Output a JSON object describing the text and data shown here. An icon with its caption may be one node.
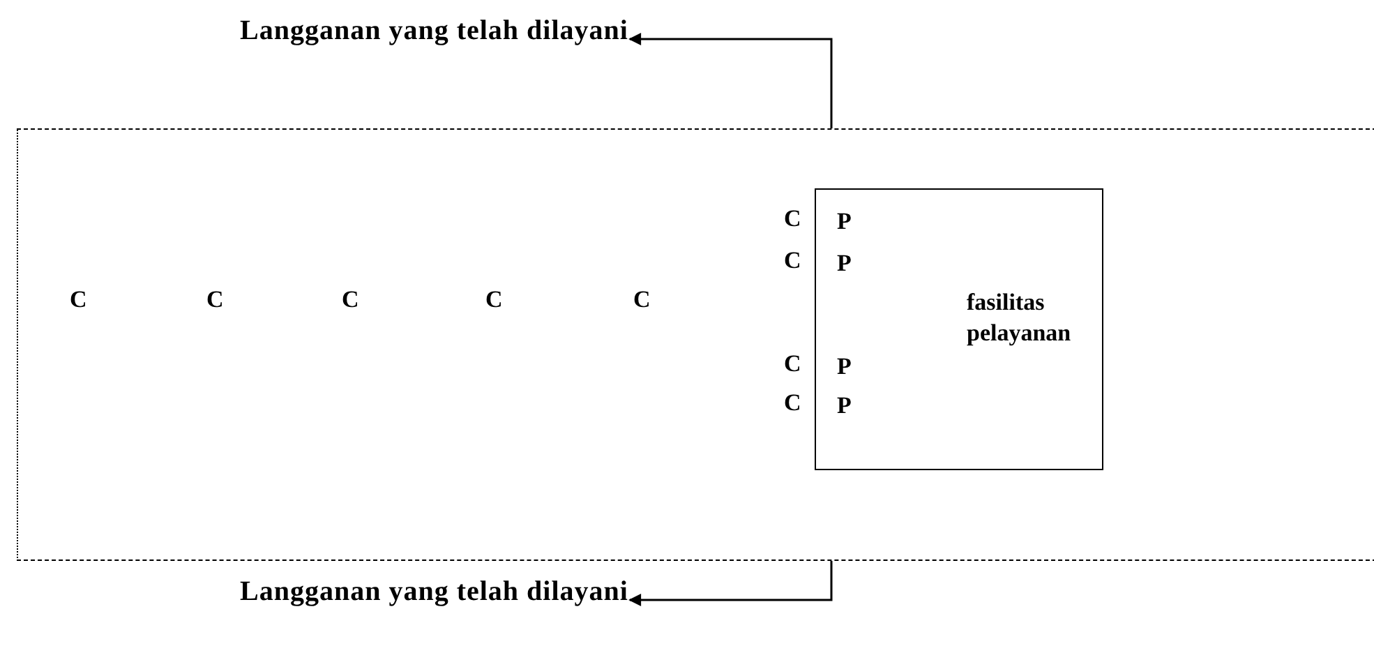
{
  "diagram": {
    "nodes": [
      {
        "text": [
          "Langganan yang telah dilayani"
        ]
      },
      {
        "text": [],
        "shape": "box"
      },
      {
        "text": [
          "fasilitas pelayanan"
        ],
        "in": 1
      },
      {
        "text": [
          "Langganan yang telah dilayani"
        ]
      }
    ],
    "edges": [
      {
        "from": 1,
        "to": 0,
        "arrow": "to"
      },
      {
        "from": 1,
        "to": 3,
        "arrow": "to"
      }
    ],
    "labels": [
      "C",
      "P",
      "C",
      "P",
      "C",
      "C",
      "C",
      "C",
      "C",
      "C",
      "P",
      "C",
      "P"
    ]
  }
}
